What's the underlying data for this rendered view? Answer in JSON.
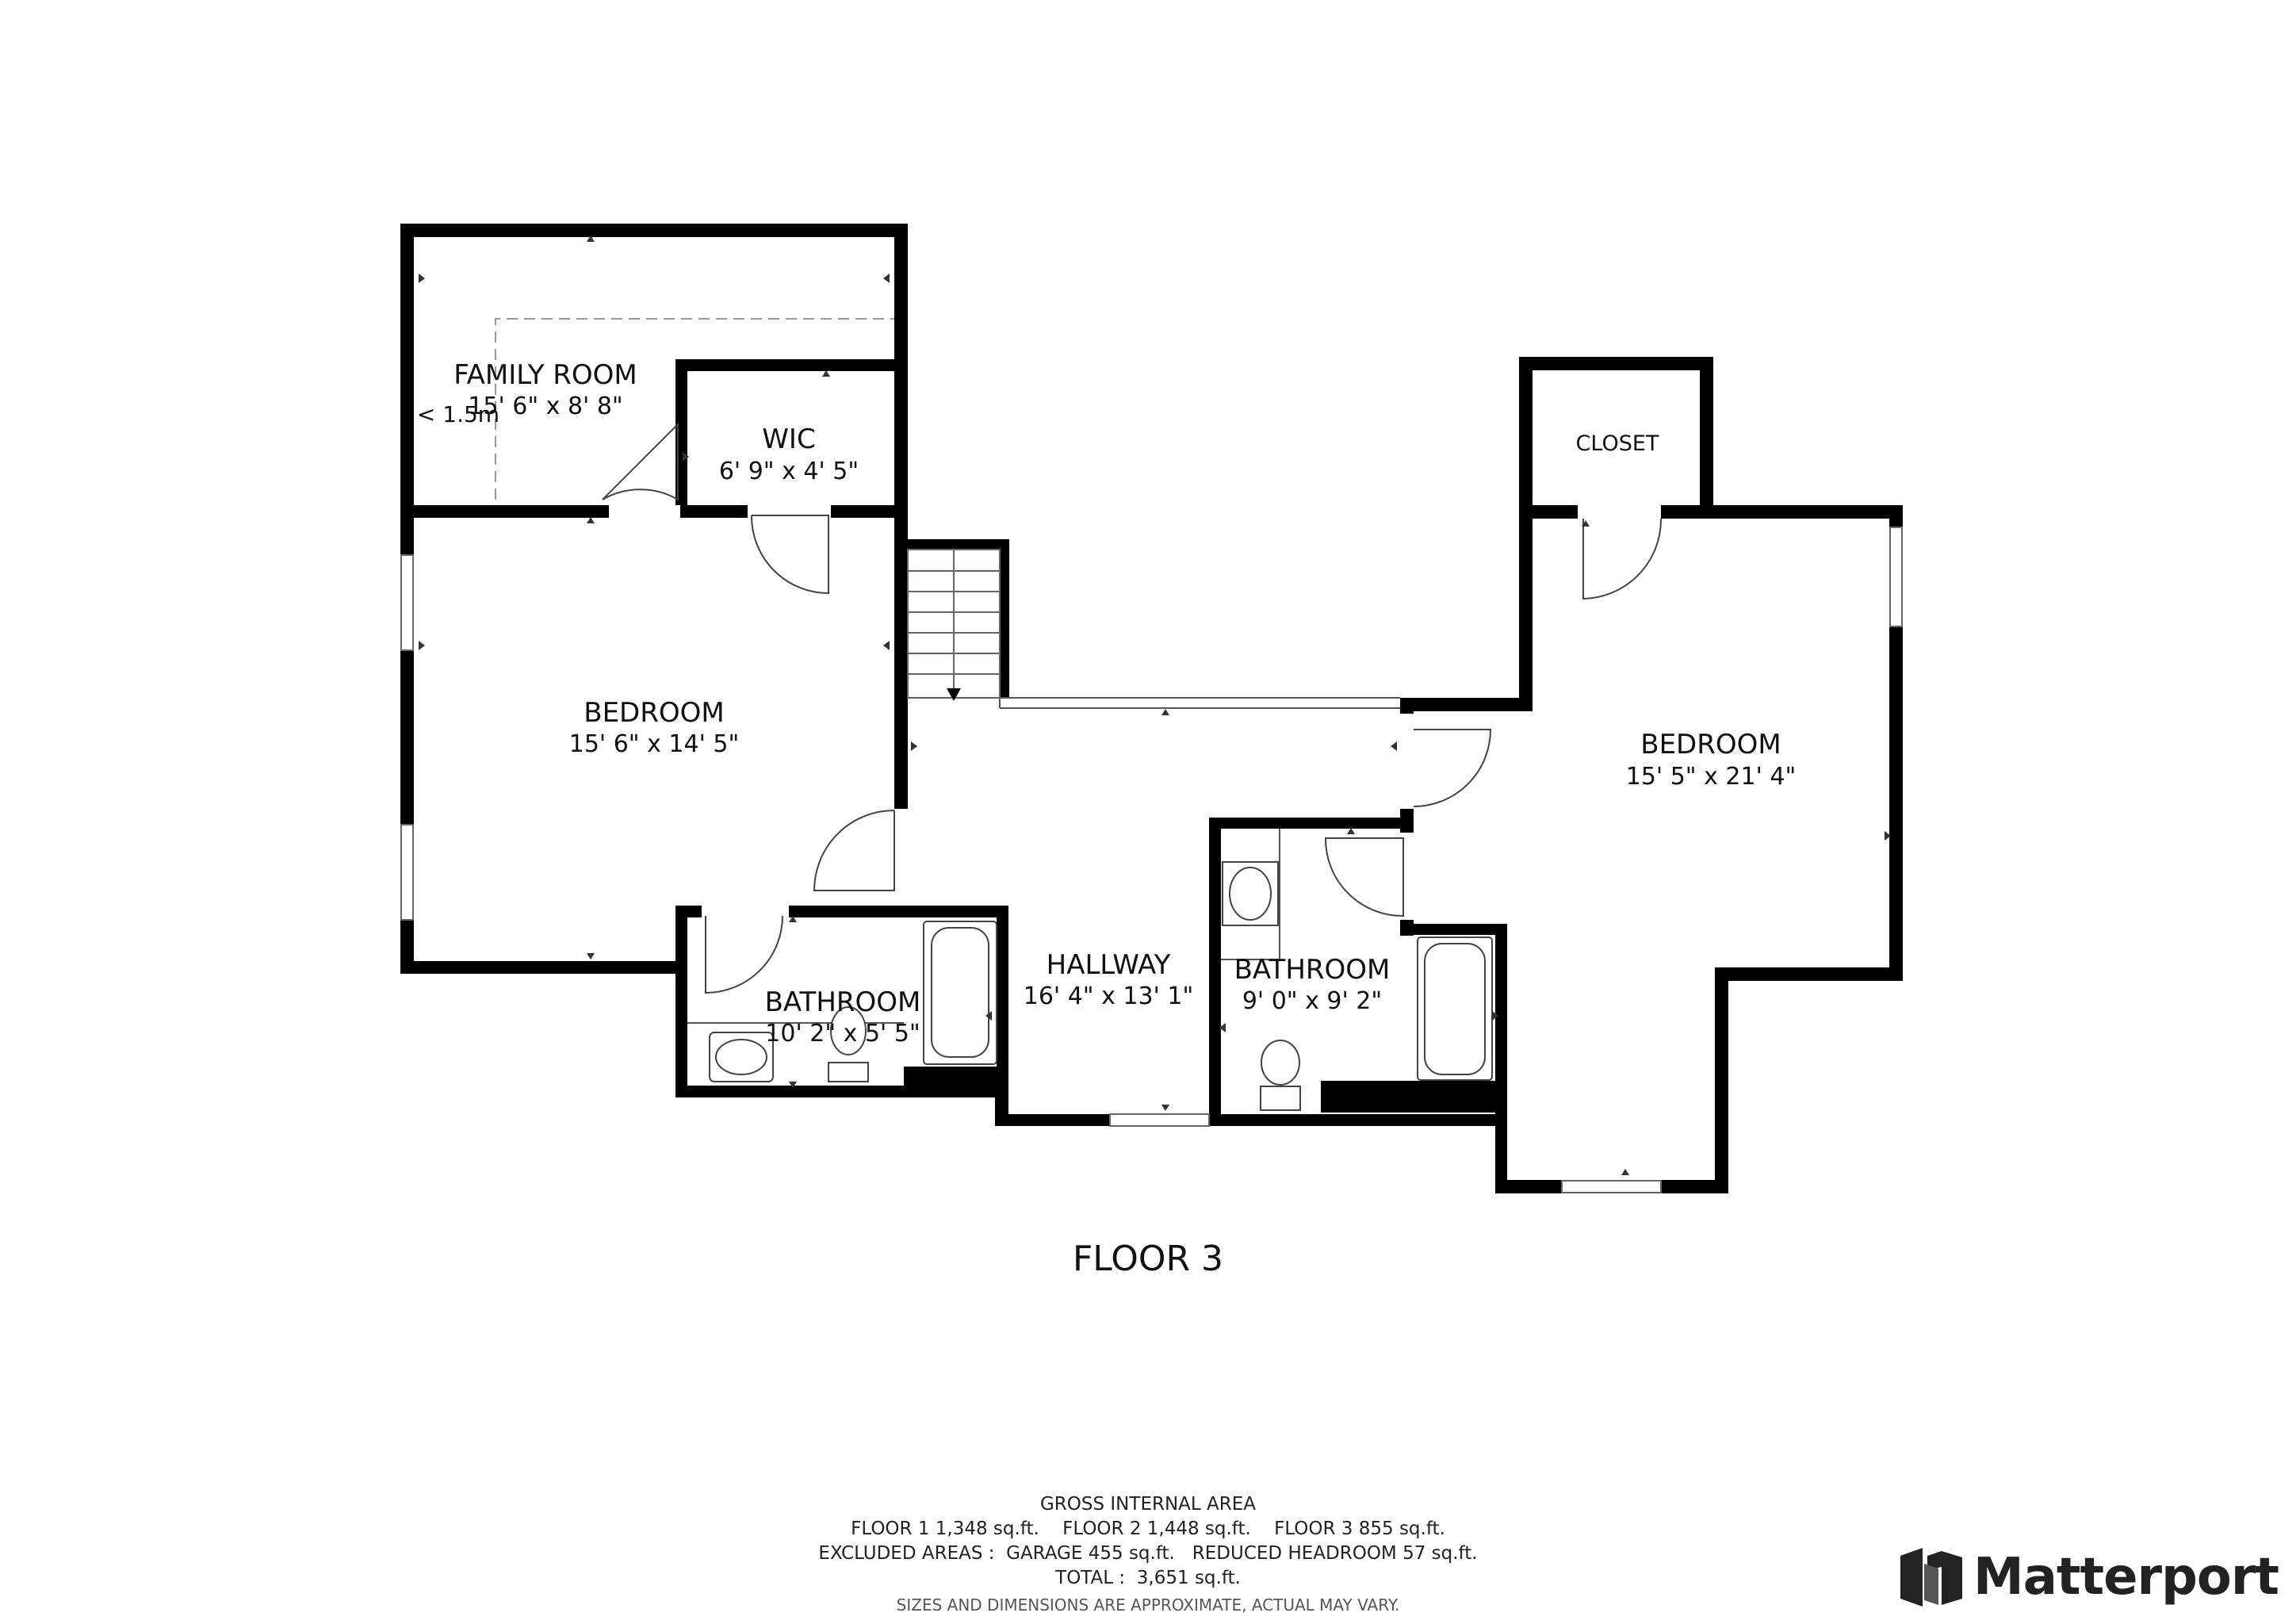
{
  "rooms": {
    "family_room": {
      "name": "FAMILY ROOM",
      "dims": "15' 6\" x 8' 8\""
    },
    "headroom_note": "< 1.5m",
    "wic": {
      "name": "WIC",
      "dims": "6' 9\" x 4' 5\""
    },
    "bedroom_left": {
      "name": "BEDROOM",
      "dims": "15' 6\" x 14' 5\""
    },
    "bathroom_left": {
      "name": "BATHROOM",
      "dims": "10' 2\" x 5' 5\""
    },
    "hallway": {
      "name": "HALLWAY",
      "dims": "16' 4\" x 13' 1\""
    },
    "bathroom_right": {
      "name": "BATHROOM",
      "dims": "9' 0\" x 9' 2\""
    },
    "closet": {
      "name": "CLOSET"
    },
    "bedroom_right": {
      "name": "BEDROOM",
      "dims": "15' 5\" x 21' 4\""
    }
  },
  "floor_title": "FLOOR 3",
  "area_summary": {
    "heading": "GROSS INTERNAL AREA",
    "floors_line": "FLOOR 1 1,348 sq.ft.    FLOOR 2 1,448 sq.ft.    FLOOR 3 855 sq.ft.",
    "excluded_line": "EXCLUDED AREAS :  GARAGE 455 sq.ft.   REDUCED HEADROOM 57 sq.ft.",
    "total_line": "TOTAL :  3,651 sq.ft.",
    "disclaimer": "SIZES AND DIMENSIONS ARE APPROXIMATE, ACTUAL MAY VARY."
  },
  "brand": {
    "name": "Matterport",
    "icon": "matterport-logo-icon"
  }
}
